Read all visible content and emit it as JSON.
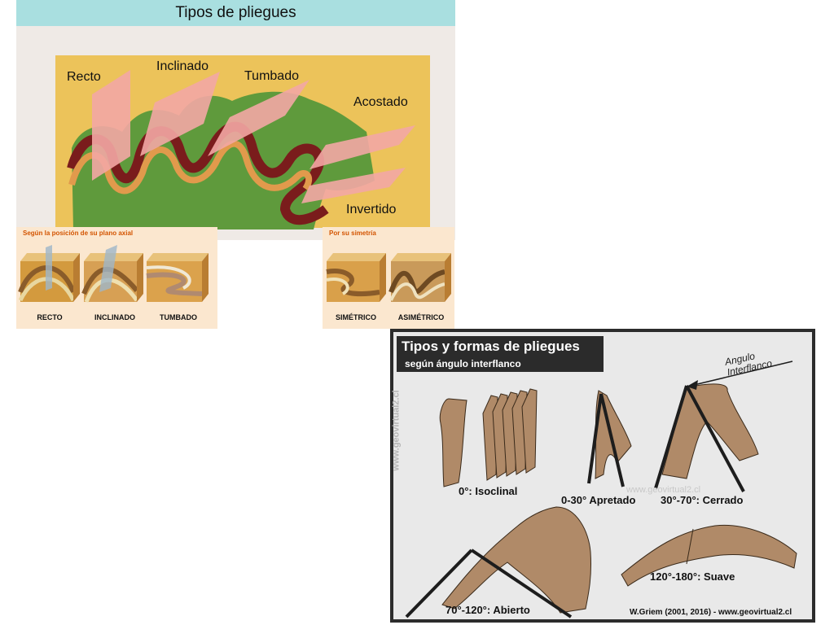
{
  "main_panel": {
    "title": "Tipos de pliegues",
    "labels": {
      "recto": "Recto",
      "inclinado": "Inclinado",
      "tumbado": "Tumbado",
      "acostado": "Acostado",
      "invertido": "Invertido"
    },
    "colors": {
      "title_bar": "#a9dfe0",
      "background": "#ecc35a",
      "green": "#5f9a3c",
      "red_band": "#7a1c1c",
      "orange_band": "#e19a4c",
      "axial_plane": "#f3a7a4"
    }
  },
  "axial_panel": {
    "heading": "Según la posición de su plano axial",
    "items": [
      "RECTO",
      "INCLINADO",
      "TUMBADO"
    ]
  },
  "symmetry_panel": {
    "heading": "Por su simetría",
    "items": [
      "SIMÉTRICO",
      "ASIMÉTRICO"
    ]
  },
  "geo_panel": {
    "title": "Tipos y formas de pliegues",
    "subtitle": "según ángulo interflanco",
    "angle_label_1": "Angulo",
    "angle_label_2": "Interflanco",
    "captions": {
      "isoclinal": "0°: Isoclinal",
      "apretado": "0-30° Apretado",
      "cerrado": "30°-70°: Cerrado",
      "abierto": "70°-120°: Abierto",
      "suave": "120°-180°: Suave"
    },
    "watermark_vertical": "www.geovirtual2.cl",
    "watermark_center": "www.geovirtual2.cl",
    "credit": "W.Griem (2001, 2016) - www.geovirtual2.cl",
    "colors": {
      "fold": "#b08a68",
      "line": "#1d1d1d",
      "frame": "#2c2c2c"
    }
  }
}
